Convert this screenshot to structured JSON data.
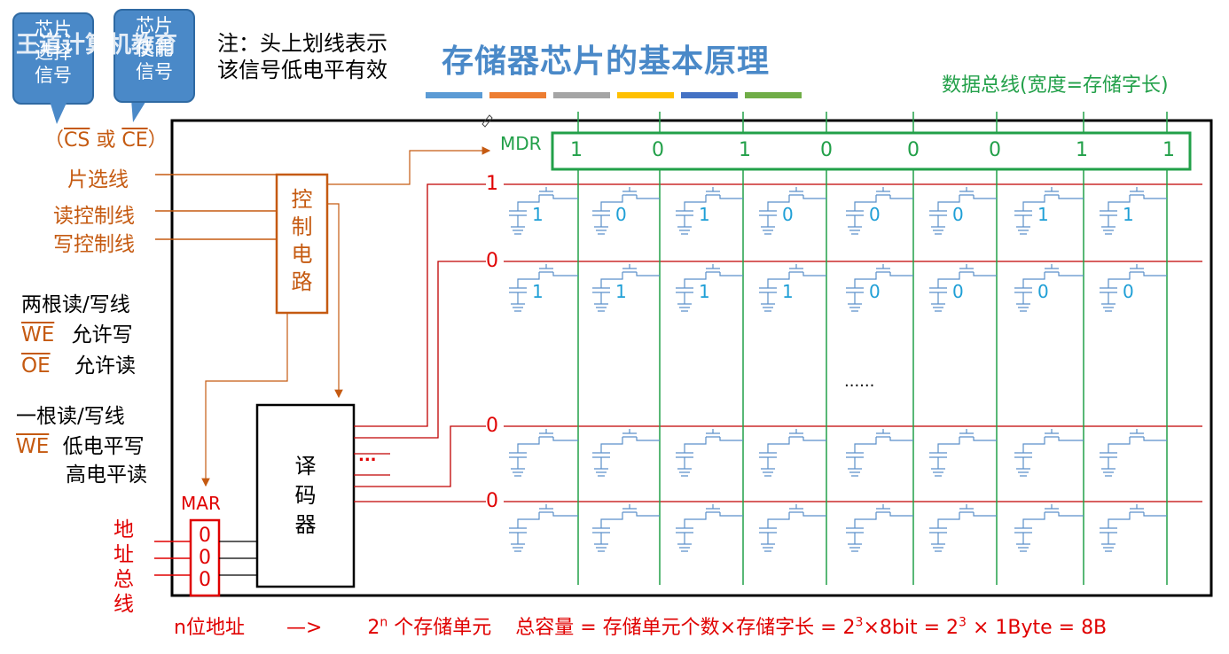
{
  "watermark": "王道计算机教育",
  "title": "存储器芯片的基本原理",
  "note": {
    "line1": "注：头上划线表示",
    "line2": "该信号低电平有效"
  },
  "color_bar": [
    "#5b9bd5",
    "#ed7d31",
    "#a5a5a5",
    "#ffc000",
    "#4472c4",
    "#70ad47"
  ],
  "callout_left": "芯片\n选择\n信号",
  "callout_right": "芯片\n使能\n信号",
  "cs_ce": {
    "open": "（",
    "cs": "CS",
    "or": "或",
    "ce": "CE",
    "close": "）"
  },
  "signals": [
    "片选线",
    "读控制线",
    "写控制线"
  ],
  "rw_two": {
    "heading": "两根读/写线",
    "we": "WE",
    "we_desc": "允许写",
    "oe": "OE",
    "oe_desc": "允许读"
  },
  "rw_one": {
    "heading": "一根读/写线",
    "we": "WE",
    "low": "低电平写",
    "high": "高电平读"
  },
  "control_circuit": [
    "控",
    "制",
    "电",
    "路"
  ],
  "decoder": [
    "译",
    "码",
    "器"
  ],
  "decoder_dots": "...",
  "mar": {
    "label": "MAR",
    "bits": [
      "0",
      "0",
      "0"
    ]
  },
  "address_bus": [
    "地",
    "址",
    "总",
    "线"
  ],
  "mdr": {
    "label": "MDR",
    "bits": [
      "1",
      "0",
      "1",
      "0",
      "0",
      "0",
      "1",
      "1"
    ]
  },
  "data_bus_label": "数据总线(宽度=存储字长)",
  "word_lines": [
    "1",
    "0",
    "0",
    "0"
  ],
  "cell_rows": [
    [
      "1",
      "0",
      "1",
      "0",
      "0",
      "0",
      "1",
      "1"
    ],
    [
      "1",
      "1",
      "1",
      "1",
      "0",
      "0",
      "0",
      "0"
    ],
    [
      "",
      "",
      "",
      "",
      "",
      "",
      "",
      ""
    ],
    [
      "",
      "",
      "",
      "",
      "",
      "",
      "",
      ""
    ]
  ],
  "ellipsis": "......",
  "bottom": {
    "nbits": "n位地址",
    "arrow": "—>",
    "two": "2",
    "n_sup": "n",
    "units": " 个存储单元",
    "capacity": "总容量 = 存储单元个数×存储字长 = 2",
    "cap_sup1": "3",
    "mid": "×8bit = 2",
    "cap_sup2": "3",
    "end": " × 1Byte = 8B"
  }
}
